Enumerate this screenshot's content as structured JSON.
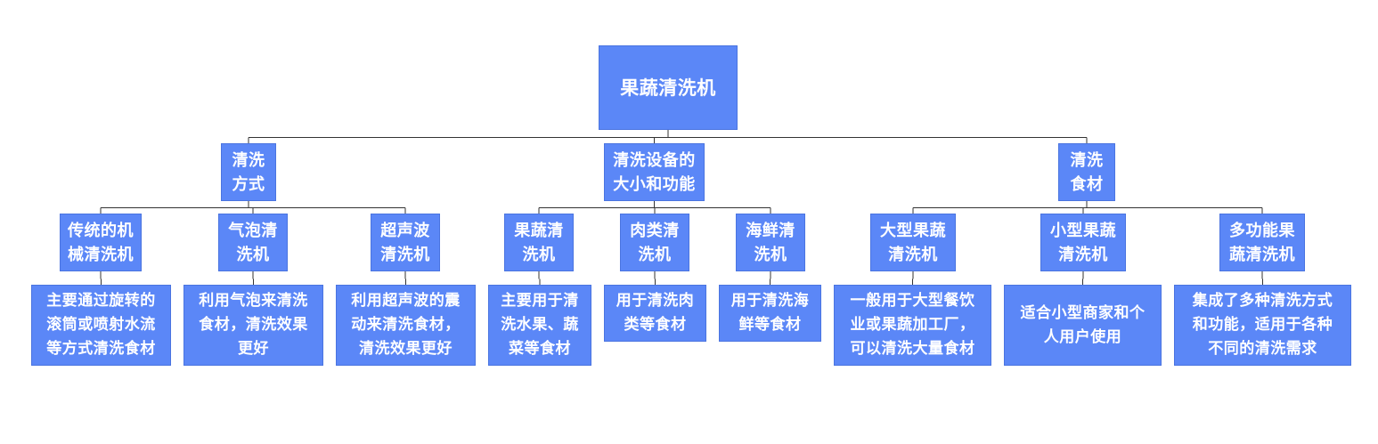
{
  "root": {
    "label": "果蔬清洗机",
    "children": [
      {
        "label": "清洗\n方式",
        "children": [
          {
            "label": "传统的机\n械清洗机",
            "desc": "主要通过旋转的\n滚筒或喷射水流\n等方式清洗食材"
          },
          {
            "label": "气泡清\n洗机",
            "desc": "利用气泡来清洗\n食材，清洗效果\n更好"
          },
          {
            "label": "超声波\n清洗机",
            "desc": "利用超声波的震\n动来清洗食材，\n清洗效果更好"
          }
        ]
      },
      {
        "label": "清洗设备的\n大小和功能",
        "children": [
          {
            "label": "果蔬清\n洗机",
            "desc": "主要用于清\n洗水果、蔬\n菜等食材"
          },
          {
            "label": "肉类清\n洗机",
            "desc": "用于清洗肉\n类等食材"
          },
          {
            "label": "海鲜清\n洗机",
            "desc": "用于清洗海\n鲜等食材"
          }
        ]
      },
      {
        "label": "清洗\n食材",
        "children": [
          {
            "label": "大型果蔬\n清洗机",
            "desc": "一般用于大型餐饮\n业或果蔬加工厂，\n可以清洗大量食材"
          },
          {
            "label": "小型果蔬\n清洗机",
            "desc": "适合小型商家和个\n人用户使用"
          },
          {
            "label": "多功能果\n蔬清洗机",
            "desc": "集成了多种清洗方式\n和功能，适用于各种\n不同的清洗需求"
          }
        ]
      }
    ]
  },
  "colors": {
    "node_fill": "#5b87f7",
    "node_border": "#4a74e0",
    "text": "#ffffff",
    "connector": "#333333"
  }
}
